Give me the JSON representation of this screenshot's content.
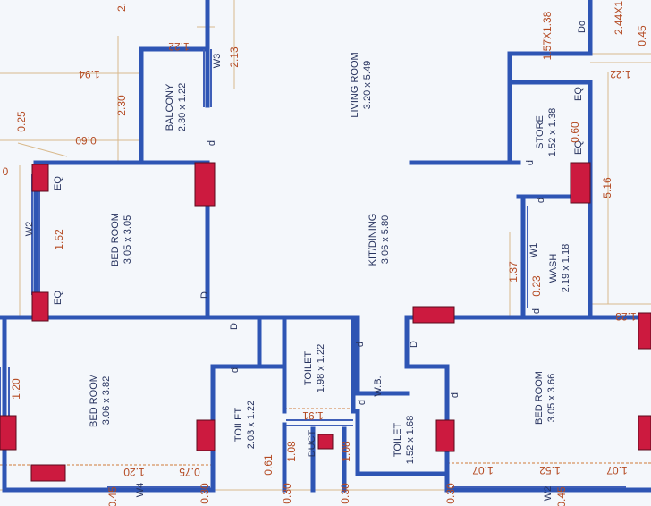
{
  "rooms": [
    {
      "id": "living",
      "name": "LIVING ROOM",
      "size": "3.20 x 5.49"
    },
    {
      "id": "kitdining",
      "name": "KIT/DINING",
      "size": "3.06 x 5.80"
    },
    {
      "id": "balcony",
      "name": "BALCONY",
      "size": "2.30 x 1.22"
    },
    {
      "id": "bed-top",
      "name": "BED ROOM",
      "size": "3.05 x 3.05"
    },
    {
      "id": "store",
      "name": "STORE",
      "size": "1.52 x 1.38"
    },
    {
      "id": "wash",
      "name": "WASH",
      "size": "2.19 x 1.18"
    },
    {
      "id": "bed-left",
      "name": "BED ROOM",
      "size": "3.06 x 3.82"
    },
    {
      "id": "toilet-1",
      "name": "TOILET",
      "size": "2.03 x 1.22"
    },
    {
      "id": "toilet-2",
      "name": "TOILET",
      "size": "1.98 x 1.22"
    },
    {
      "id": "toilet-3",
      "name": "TOILET",
      "size": "1.52 x 1.68"
    },
    {
      "id": "bed-right",
      "name": "BED ROOM",
      "size": "3.05 x 3.66"
    }
  ],
  "fixtures": {
    "duct": "DUCT",
    "wb": "W.B.",
    "door": "D",
    "door_small": "d",
    "eq": "EQ"
  },
  "windows": {
    "w1": "W1",
    "w2": "W2",
    "w3": "W3",
    "w4": "W4"
  },
  "dims": {
    "d_2_13": "2.13",
    "d_1_22": "1.22",
    "d_1_94": "1.94",
    "d_2_30": "2.30",
    "d_0_25": "0.25",
    "d_0_60": "0.60",
    "d_1_52": "1.52",
    "d_5_16": "5.16",
    "d_1_57": "1.57X1.38",
    "d_2_44": "2.44X1",
    "d_0_45": "0.45",
    "d_1_37": "1.37",
    "d_0_23": "0.23",
    "d_1_23": "1.23",
    "d_1_20": "1.20",
    "d_0_75": "0.75",
    "d_0_61": "0.61",
    "d_1_08a": "1.08",
    "d_1_08b": "1.08",
    "d_0_30a": "0.30",
    "d_0_30b": "0.30",
    "d_0_30c": "0.30",
    "d_1_07a": "1.07",
    "d_1_52b": "1.52",
    "d_1_07b": "1.07",
    "d_0_45b": "0.45",
    "d_0_45c": "0.45",
    "d_1_20b": "1.20",
    "d_0_60b": "0.60",
    "d_1_91": "1.91",
    "d_2_top": "2.",
    "d_0_l": "0",
    "d_do": "Do"
  }
}
